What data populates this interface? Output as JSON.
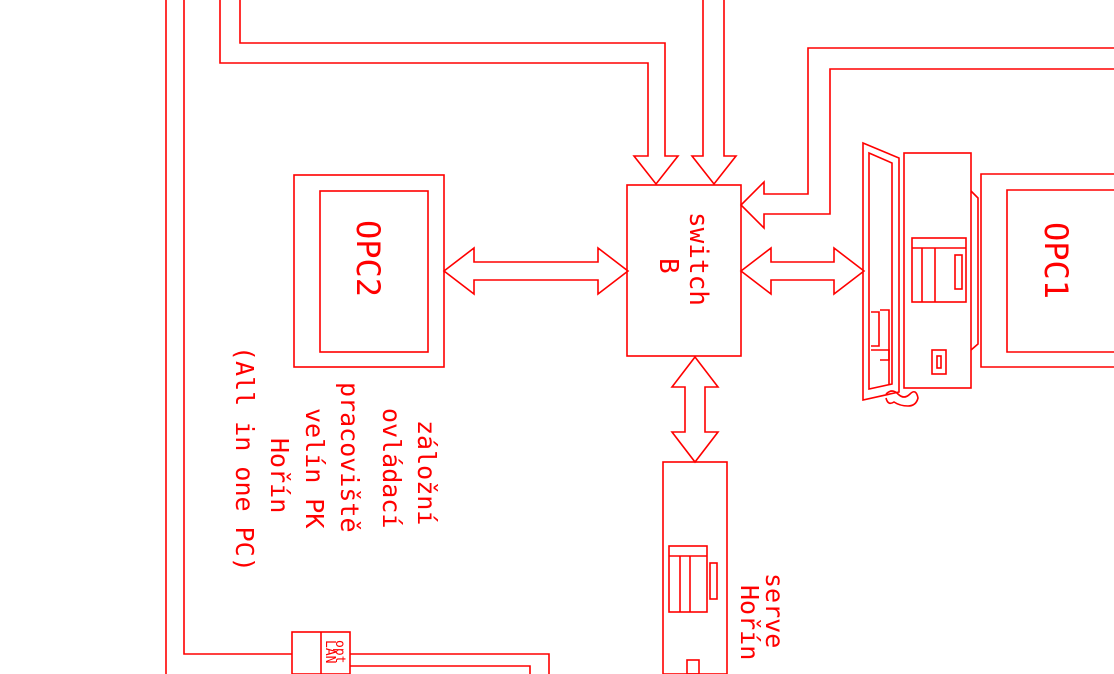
{
  "colors": {
    "line": "#ff0000",
    "background": "#ffffff"
  },
  "labels": {
    "switch_b": [
      "switch",
      "B"
    ],
    "opc1": "OPC1",
    "opc2": "OPC2",
    "backup_station": [
      "záložní",
      "ovládací",
      "pracoviště",
      "velín PK",
      "Hořín",
      "(All in one PC)"
    ],
    "server": [
      "serve",
      "Hořín"
    ],
    "lan_box": [
      "LAN",
      "opt"
    ]
  },
  "icons": [
    "workstation-tower-icon",
    "monitor-icon",
    "server-rack-icon",
    "keyboard-icon"
  ]
}
